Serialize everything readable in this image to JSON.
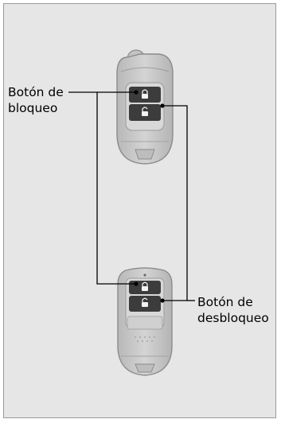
{
  "labels": {
    "lock": {
      "line1": "Botón de",
      "line2": "bloqueo"
    },
    "unlock": {
      "line1": "Botón de",
      "line2": "desbloqueo"
    }
  },
  "icons": {
    "lock_button": "padlock-closed-icon",
    "unlock_button": "padlock-open-icon"
  },
  "colors": {
    "background": "#e6e6e6",
    "key_body": "#c9c9c9",
    "button": "#3c3c3c",
    "leader_line": "#000000"
  }
}
